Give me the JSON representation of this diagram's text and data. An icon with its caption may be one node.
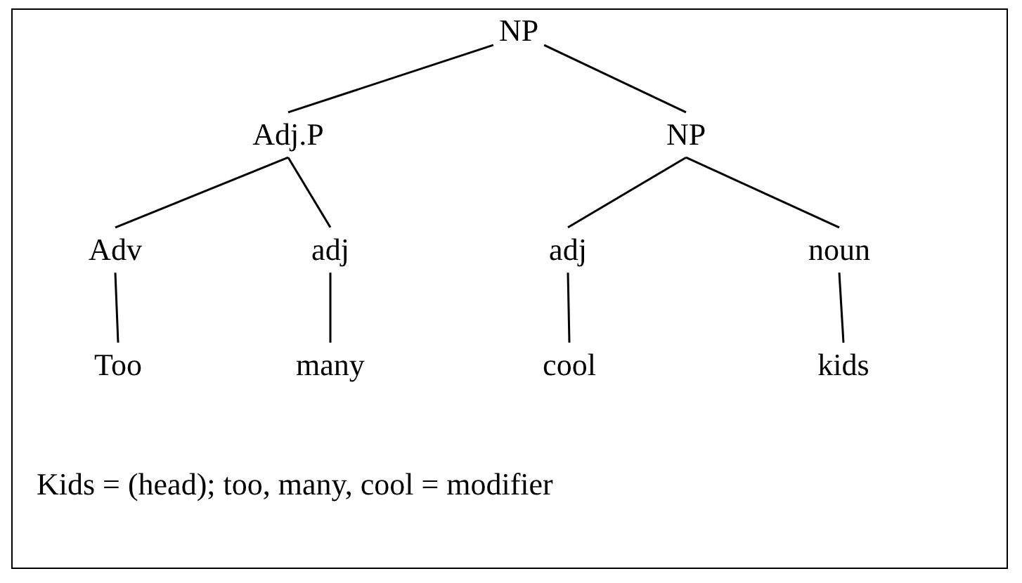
{
  "diagram": {
    "nodes": [
      {
        "text": [
          "NP"
        ]
      },
      {
        "text": [
          "Adj.P"
        ]
      },
      {
        "text": [
          "NP"
        ]
      },
      {
        "text": [
          "Adv"
        ]
      },
      {
        "text": [
          "adj"
        ]
      },
      {
        "text": [
          "adj"
        ]
      },
      {
        "text": [
          "noun"
        ]
      },
      {
        "text": [
          "Too"
        ]
      },
      {
        "text": [
          "many"
        ]
      },
      {
        "text": [
          "cool"
        ]
      },
      {
        "text": [
          "kids"
        ]
      }
    ],
    "edges": [
      {
        "from": 0,
        "to": 1,
        "arrow": "none"
      },
      {
        "from": 0,
        "to": 2,
        "arrow": "none"
      },
      {
        "from": 1,
        "to": 3,
        "arrow": "none"
      },
      {
        "from": 1,
        "to": 4,
        "arrow": "none"
      },
      {
        "from": 2,
        "to": 5,
        "arrow": "none"
      },
      {
        "from": 2,
        "to": 6,
        "arrow": "none"
      },
      {
        "from": 3,
        "to": 7,
        "arrow": "none"
      },
      {
        "from": 4,
        "to": 8,
        "arrow": "none"
      },
      {
        "from": 5,
        "to": 9,
        "arrow": "none"
      },
      {
        "from": 6,
        "to": 10,
        "arrow": "none"
      }
    ],
    "labels": [
      "Kids = (head); too, many, cool = modifier"
    ]
  }
}
